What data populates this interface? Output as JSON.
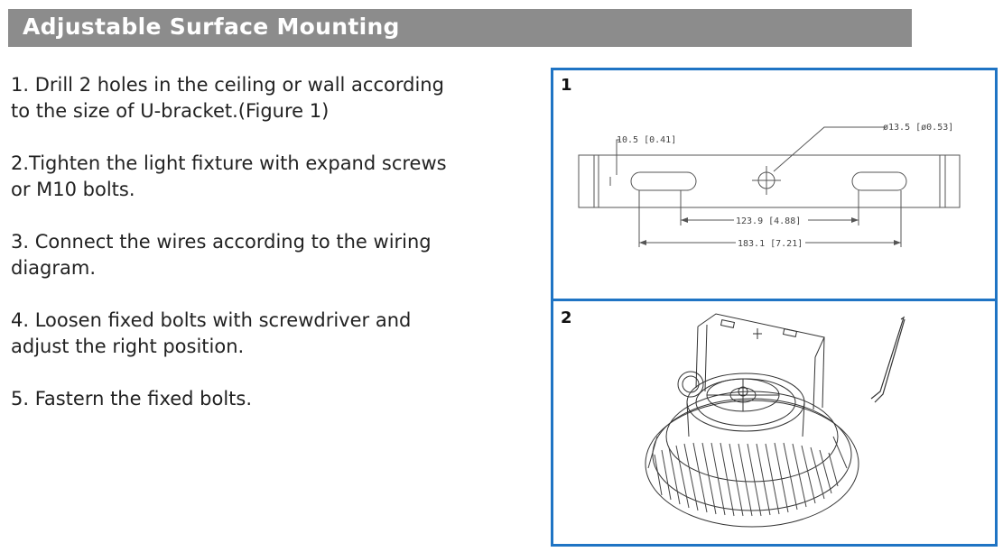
{
  "header": {
    "title": "Adjustable Surface Mounting"
  },
  "steps": [
    {
      "lines": [
        "1. Drill 2 holes in the ceiling or wall according",
        "to the size of U-bracket.(Figure 1)"
      ]
    },
    {
      "lines": [
        "2.Tighten the light fixture with expand screws",
        "or M10 bolts."
      ]
    },
    {
      "lines": [
        "3. Connect the wires according to the wiring",
        "diagram."
      ]
    },
    {
      "lines": [
        "4. Loosen fixed bolts with screwdriver and",
        "adjust the right position."
      ]
    },
    {
      "lines": [
        "5. Fastern the fixed bolts."
      ]
    }
  ],
  "figures": {
    "figure1": {
      "number": "1",
      "dim_slot_width": "10.5  [0.41]",
      "dim_hole": "ø13.5  [ø0.53]",
      "dim_slot_spacing": "123.9  [4.88]",
      "dim_overall": "183.1  [7.21]"
    },
    "figure2": {
      "number": "2"
    }
  },
  "colors": {
    "header_bg": "#8c8c8c",
    "panel_border": "#1f74c4"
  }
}
